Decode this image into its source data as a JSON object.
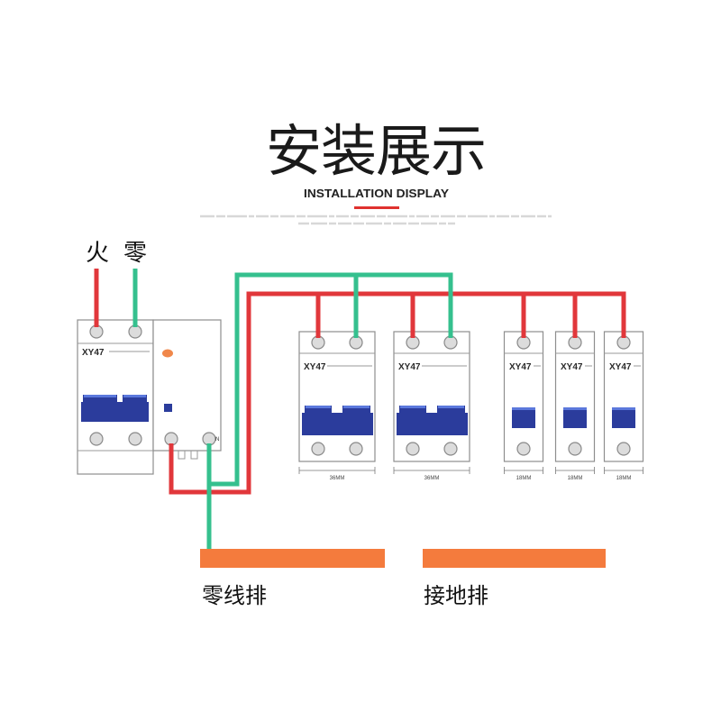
{
  "title": "安装展示",
  "subtitle": "INSTALLATION DISPLAY",
  "supply": {
    "live_label": "火",
    "neutral_label": "零"
  },
  "main_breaker": {
    "label": "XY47",
    "neutral_mark": "N"
  },
  "breakers": [
    {
      "label": "XY47",
      "width_label": "36MM"
    },
    {
      "label": "XY47",
      "width_label": "36MM"
    },
    {
      "label": "XY47",
      "width_label": "18MM"
    },
    {
      "label": "XY47",
      "width_label": "18MM"
    },
    {
      "label": "XY47",
      "width_label": "18MM"
    }
  ],
  "bars": {
    "neutral_bar_label": "零线排",
    "ground_bar_label": "接地排"
  },
  "colors": {
    "live_wire": "#e1373b",
    "neutral_wire": "#35c08e",
    "bus_bar": "#f47b3d",
    "toggle": "#2b3c9c",
    "toggle_highlight": "#5b78dc",
    "test_button": "#f0874a",
    "accent": "#e0322f"
  }
}
